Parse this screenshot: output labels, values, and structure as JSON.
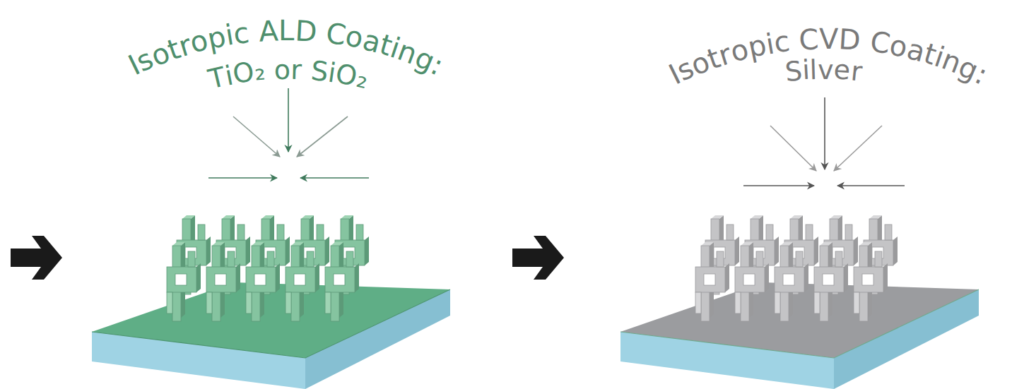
{
  "diagram": {
    "labels": [
      "Isotropic ALD Coating:",
      "TiO₂ or SiO₂",
      "Isotropic CVD Coating:",
      "Silver"
    ]
  }
}
